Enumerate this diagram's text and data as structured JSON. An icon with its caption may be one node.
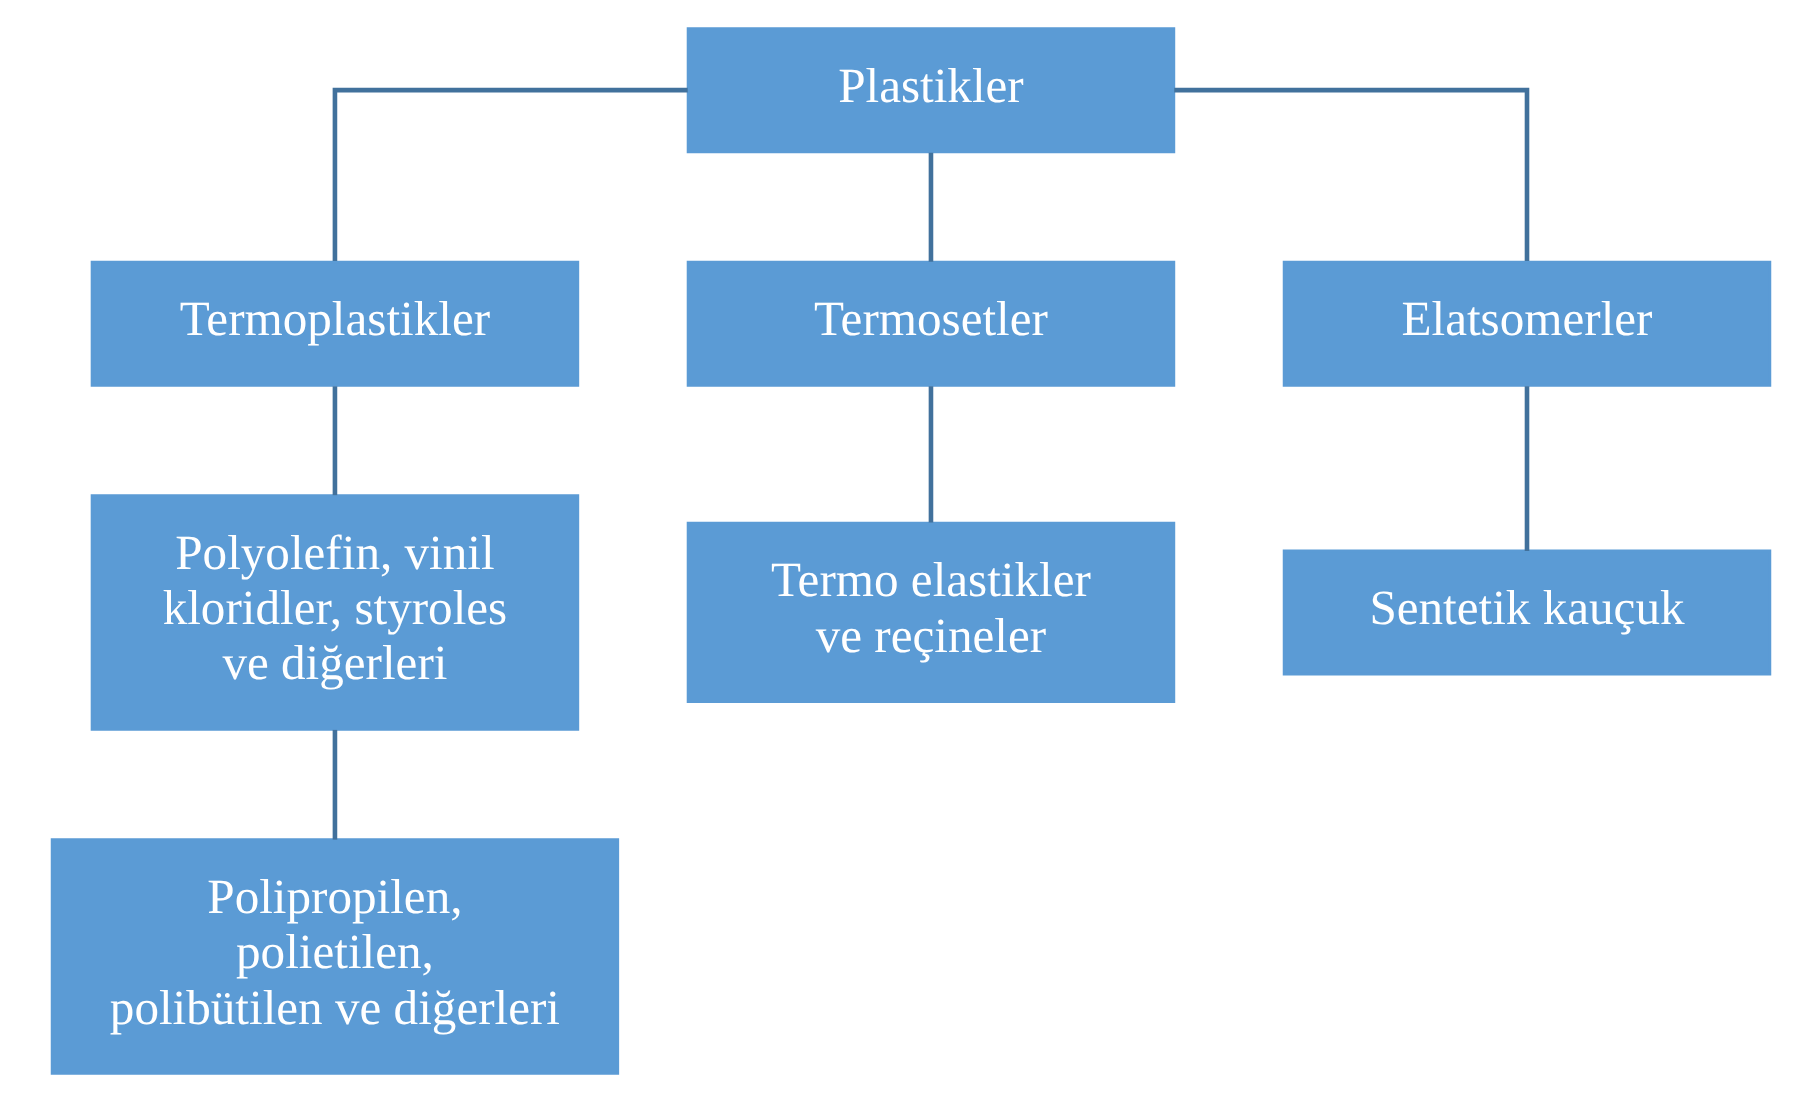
{
  "diagram": {
    "nodes": [
      {
        "text": [
          "Plastikler"
        ]
      },
      {
        "text": [
          "Termoplastikler"
        ]
      },
      {
        "text": [
          "Termosetler"
        ]
      },
      {
        "text": [
          "Elatsomerler"
        ]
      },
      {
        "text": [
          "Polyolefin, vinil kloridler, styroles ve diğerleri"
        ]
      },
      {
        "text": [
          "Termo elastikler ve reçineler"
        ]
      },
      {
        "text": [
          "Sentetik kauçuk"
        ]
      },
      {
        "text": [
          "Polipropilen, polietilen, polibütilen ve diğerleri"
        ]
      }
    ],
    "edges": [
      {
        "from": 0,
        "to": 1,
        "arrow": "none"
      },
      {
        "from": 0,
        "to": 2,
        "arrow": "none"
      },
      {
        "from": 0,
        "to": 3,
        "arrow": "none"
      },
      {
        "from": 1,
        "to": 4,
        "arrow": "none"
      },
      {
        "from": 2,
        "to": 5,
        "arrow": "none"
      },
      {
        "from": 3,
        "to": 6,
        "arrow": "none"
      },
      {
        "from": 4,
        "to": 7,
        "arrow": "none"
      }
    ]
  }
}
